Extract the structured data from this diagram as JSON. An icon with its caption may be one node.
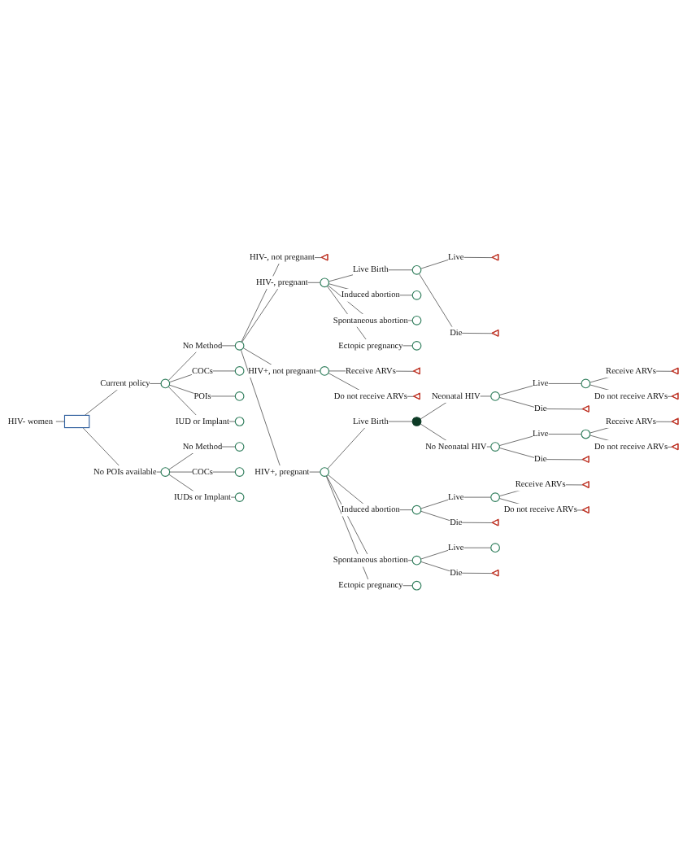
{
  "diagram": {
    "nodes": [
      {
        "text": [
          "HIV- women"
        ]
      },
      {
        "text": [],
        "shape": "box"
      },
      {
        "text": [],
        "shape": "circle"
      },
      {
        "text": [],
        "shape": "circle"
      },
      {
        "text": [],
        "shape": "triangle"
      },
      {
        "text": [],
        "shape": "circle"
      },
      {
        "text": [],
        "shape": "circle"
      },
      {
        "text": [],
        "shape": "triangle"
      },
      {
        "text": [],
        "shape": "triangle"
      },
      {
        "text": [],
        "shape": "circle"
      },
      {
        "text": [],
        "shape": "circle"
      },
      {
        "text": [],
        "shape": "circle"
      },
      {
        "text": [],
        "shape": "circle"
      },
      {
        "text": [],
        "shape": "triangle"
      },
      {
        "text": [],
        "shape": "triangle"
      },
      {
        "text": [],
        "shape": "circle"
      },
      {
        "text": [],
        "shape": "circle"
      },
      {
        "text": [],
        "shape": "circle"
      },
      {
        "text": [],
        "shape": "circle"
      },
      {
        "text": [],
        "shape": "triangle"
      },
      {
        "text": [],
        "shape": "triangle"
      },
      {
        "text": [],
        "shape": "triangle"
      },
      {
        "text": [],
        "shape": "circle"
      },
      {
        "text": [],
        "shape": "circle"
      },
      {
        "text": [],
        "shape": "triangle"
      },
      {
        "text": [],
        "shape": "triangle"
      },
      {
        "text": [],
        "shape": "triangle"
      },
      {
        "text": [],
        "shape": "circle"
      },
      {
        "text": [],
        "shape": "circle"
      },
      {
        "text": [],
        "shape": "triangle"
      },
      {
        "text": [],
        "shape": "triangle"
      },
      {
        "text": [],
        "shape": "triangle"
      },
      {
        "text": [],
        "shape": "circle"
      },
      {
        "text": [],
        "shape": "circle"
      },
      {
        "text": [],
        "shape": "triangle"
      },
      {
        "text": [],
        "shape": "circle"
      },
      {
        "text": [],
        "shape": "circle"
      },
      {
        "text": [],
        "shape": "circle"
      },
      {
        "text": [],
        "shape": "circle"
      },
      {
        "text": [],
        "shape": "circle"
      },
      {
        "text": [],
        "shape": "circle"
      },
      {
        "text": [],
        "shape": "circle"
      },
      {
        "text": [],
        "shape": "circle"
      }
    ],
    "edges": [
      {
        "from": 0,
        "to": 1,
        "arrow": "none"
      },
      {
        "from": 1,
        "to": 2,
        "arrow": "none",
        "label": "Current policy"
      },
      {
        "from": 2,
        "to": 3,
        "arrow": "none",
        "label": "No Method"
      },
      {
        "from": 3,
        "to": 4,
        "arrow": "none",
        "label": "HIV-, not pregnant"
      },
      {
        "from": 3,
        "to": 5,
        "arrow": "none",
        "label": "HIV-, pregnant"
      },
      {
        "from": 5,
        "to": 6,
        "arrow": "none",
        "label": "Live Birth"
      },
      {
        "from": 6,
        "to": 7,
        "arrow": "none",
        "label": "Live"
      },
      {
        "from": 6,
        "to": 8,
        "arrow": "none",
        "label": "Die"
      },
      {
        "from": 5,
        "to": 9,
        "arrow": "none",
        "label": "Induced abortion"
      },
      {
        "from": 5,
        "to": 10,
        "arrow": "none",
        "label": "Spontaneous abortion"
      },
      {
        "from": 5,
        "to": 11,
        "arrow": "none",
        "label": "Ectopic pregnancy"
      },
      {
        "from": 3,
        "to": 12,
        "arrow": "none",
        "label": "HIV+, not pregnant"
      },
      {
        "from": 12,
        "to": 13,
        "arrow": "none",
        "label": "Receive ARVs"
      },
      {
        "from": 12,
        "to": 14,
        "arrow": "none",
        "label": "Do not receive ARVs"
      },
      {
        "from": 3,
        "to": 15,
        "arrow": "none",
        "label": "HIV+, pregnant"
      },
      {
        "from": 15,
        "to": 16,
        "arrow": "none",
        "label": "Live Birth"
      },
      {
        "from": 16,
        "to": 17,
        "arrow": "none",
        "label": "Neonatal HIV"
      },
      {
        "from": 17,
        "to": 18,
        "arrow": "none",
        "label": "Live"
      },
      {
        "from": 18,
        "to": 19,
        "arrow": "none",
        "label": "Receive ARVs"
      },
      {
        "from": 18,
        "to": 20,
        "arrow": "none",
        "label": "Do not receive ARVs"
      },
      {
        "from": 17,
        "to": 21,
        "arrow": "none",
        "label": "Die"
      },
      {
        "from": 16,
        "to": 22,
        "arrow": "none",
        "label": "No Neonatal HIV"
      },
      {
        "from": 22,
        "to": 23,
        "arrow": "none",
        "label": "Live"
      },
      {
        "from": 23,
        "to": 24,
        "arrow": "none",
        "label": "Receive ARVs"
      },
      {
        "from": 23,
        "to": 25,
        "arrow": "none",
        "label": "Do not receive ARVs"
      },
      {
        "from": 22,
        "to": 26,
        "arrow": "none",
        "label": "Die"
      },
      {
        "from": 15,
        "to": 27,
        "arrow": "none",
        "label": "Induced abortion"
      },
      {
        "from": 27,
        "to": 28,
        "arrow": "none",
        "label": "Live"
      },
      {
        "from": 28,
        "to": 29,
        "arrow": "none",
        "label": "Receive ARVs"
      },
      {
        "from": 28,
        "to": 30,
        "arrow": "none",
        "label": "Do not receive ARVs"
      },
      {
        "from": 27,
        "to": 31,
        "arrow": "none",
        "label": "Die"
      },
      {
        "from": 15,
        "to": 32,
        "arrow": "none",
        "label": "Spontaneous abortion"
      },
      {
        "from": 32,
        "to": 33,
        "arrow": "none",
        "label": "Live"
      },
      {
        "from": 32,
        "to": 34,
        "arrow": "none",
        "label": "Die"
      },
      {
        "from": 15,
        "to": 35,
        "arrow": "none",
        "label": "Ectopic pregnancy"
      },
      {
        "from": 2,
        "to": 36,
        "arrow": "none",
        "label": "COCs"
      },
      {
        "from": 2,
        "to": 37,
        "arrow": "none",
        "label": "POIs"
      },
      {
        "from": 2,
        "to": 38,
        "arrow": "none",
        "label": "IUD or Implant"
      },
      {
        "from": 1,
        "to": 39,
        "arrow": "none",
        "label": "No POIs available"
      },
      {
        "from": 39,
        "to": 40,
        "arrow": "none",
        "label": "No Method"
      },
      {
        "from": 39,
        "to": 41,
        "arrow": "none",
        "label": "COCs"
      },
      {
        "from": 39,
        "to": 42,
        "arrow": "none",
        "label": "IUDs or Implant"
      }
    ]
  }
}
